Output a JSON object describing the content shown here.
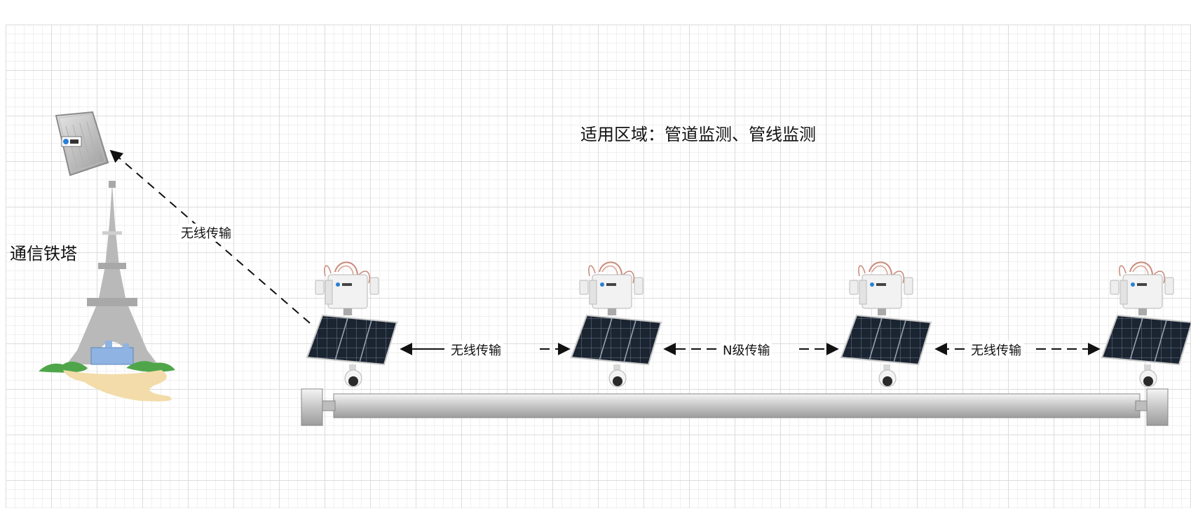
{
  "title": "适用区域：管道监测、管线监测",
  "tower_label": "通信铁塔",
  "links": {
    "tower_link": "无线传输",
    "link_1": "无线传输",
    "link_2": "N级传输",
    "link_3": "无线传输"
  },
  "icons": [
    "base-station-icon",
    "tower-icon",
    "solar-camera-node-icon",
    "pipeline-icon",
    "arrow-icon"
  ],
  "colors": {
    "grid": "#dcdcdc",
    "tower": "#b9b9b9",
    "pipe": "#c8c8c8",
    "panel": "#1c2330",
    "greenery": "#4fa64a"
  }
}
